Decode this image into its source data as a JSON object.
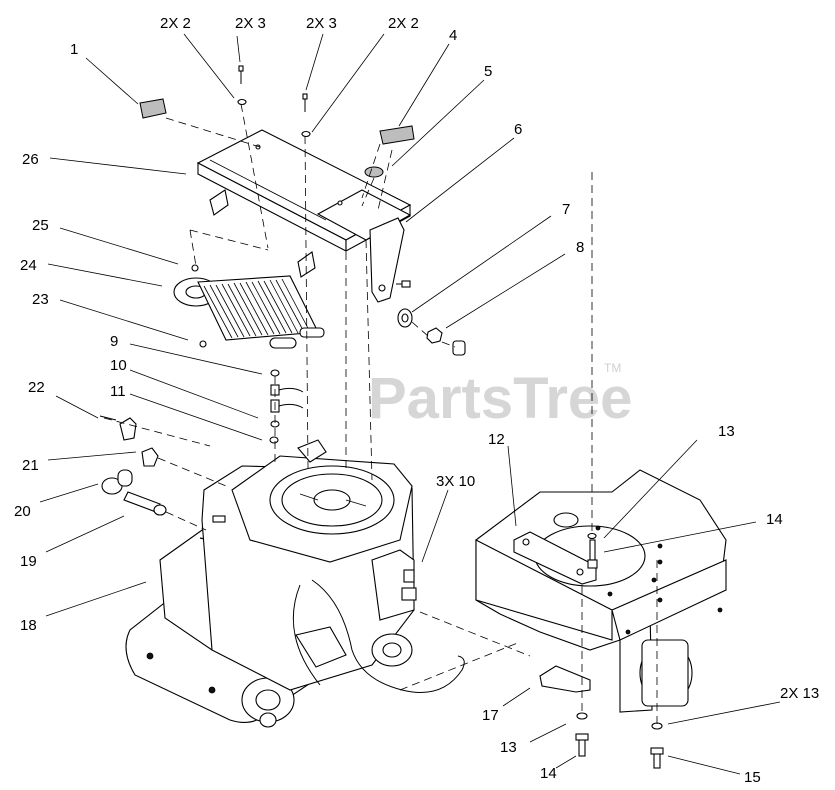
{
  "watermark": {
    "text": "PartsTree",
    "tm": "TM"
  },
  "callouts": [
    "1",
    "2X 2",
    "2X 3",
    "2X 3",
    "2X 2",
    "4",
    "5",
    "6",
    "26",
    "25",
    "24",
    "23",
    "7",
    "8",
    "9",
    "10",
    "11",
    "22",
    "21",
    "20",
    "19",
    "18",
    "3X 10",
    "12",
    "13",
    "14",
    "17",
    "13",
    "14",
    "2X 13",
    "15"
  ],
  "colors": {
    "line": "#000000",
    "background": "#ffffff",
    "watermark": "#d6d6d6",
    "fill_grey": "#bdbdbd"
  }
}
